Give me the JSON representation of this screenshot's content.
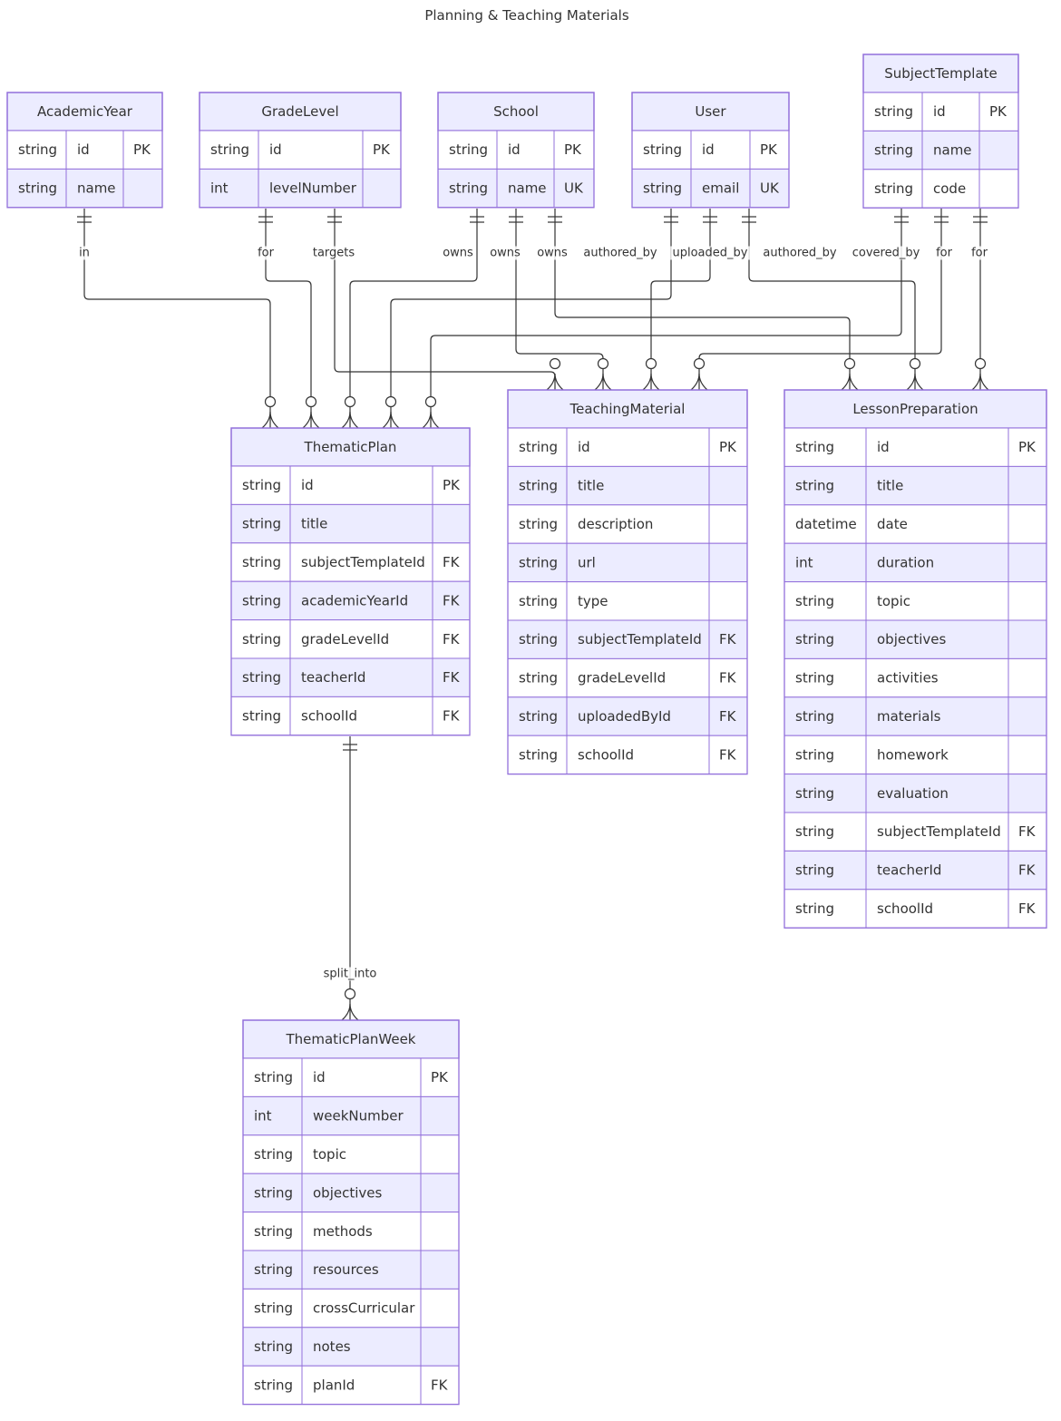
{
  "title": "Planning & Teaching Materials",
  "colors": {
    "header_fill": "#ECECFF",
    "border": "#9370DB",
    "line": "#333333",
    "text": "#333333"
  },
  "entities": [
    {
      "id": "AcademicYear",
      "name": "AcademicYear",
      "attributes": [
        {
          "type": "string",
          "name": "id",
          "key": "PK"
        },
        {
          "type": "string",
          "name": "name",
          "key": ""
        }
      ]
    },
    {
      "id": "GradeLevel",
      "name": "GradeLevel",
      "attributes": [
        {
          "type": "string",
          "name": "id",
          "key": "PK"
        },
        {
          "type": "int",
          "name": "levelNumber",
          "key": ""
        }
      ]
    },
    {
      "id": "School",
      "name": "School",
      "attributes": [
        {
          "type": "string",
          "name": "id",
          "key": "PK"
        },
        {
          "type": "string",
          "name": "name",
          "key": "UK"
        }
      ]
    },
    {
      "id": "User",
      "name": "User",
      "attributes": [
        {
          "type": "string",
          "name": "id",
          "key": "PK"
        },
        {
          "type": "string",
          "name": "email",
          "key": "UK"
        }
      ]
    },
    {
      "id": "SubjectTemplate",
      "name": "SubjectTemplate",
      "attributes": [
        {
          "type": "string",
          "name": "id",
          "key": "PK"
        },
        {
          "type": "string",
          "name": "name",
          "key": ""
        },
        {
          "type": "string",
          "name": "code",
          "key": ""
        }
      ]
    },
    {
      "id": "ThematicPlan",
      "name": "ThematicPlan",
      "attributes": [
        {
          "type": "string",
          "name": "id",
          "key": "PK"
        },
        {
          "type": "string",
          "name": "title",
          "key": ""
        },
        {
          "type": "string",
          "name": "subjectTemplateId",
          "key": "FK"
        },
        {
          "type": "string",
          "name": "academicYearId",
          "key": "FK"
        },
        {
          "type": "string",
          "name": "gradeLevelId",
          "key": "FK"
        },
        {
          "type": "string",
          "name": "teacherId",
          "key": "FK"
        },
        {
          "type": "string",
          "name": "schoolId",
          "key": "FK"
        }
      ]
    },
    {
      "id": "TeachingMaterial",
      "name": "TeachingMaterial",
      "attributes": [
        {
          "type": "string",
          "name": "id",
          "key": "PK"
        },
        {
          "type": "string",
          "name": "title",
          "key": ""
        },
        {
          "type": "string",
          "name": "description",
          "key": ""
        },
        {
          "type": "string",
          "name": "url",
          "key": ""
        },
        {
          "type": "string",
          "name": "type",
          "key": ""
        },
        {
          "type": "string",
          "name": "subjectTemplateId",
          "key": "FK"
        },
        {
          "type": "string",
          "name": "gradeLevelId",
          "key": "FK"
        },
        {
          "type": "string",
          "name": "uploadedById",
          "key": "FK"
        },
        {
          "type": "string",
          "name": "schoolId",
          "key": "FK"
        }
      ]
    },
    {
      "id": "LessonPreparation",
      "name": "LessonPreparation",
      "attributes": [
        {
          "type": "string",
          "name": "id",
          "key": "PK"
        },
        {
          "type": "string",
          "name": "title",
          "key": ""
        },
        {
          "type": "datetime",
          "name": "date",
          "key": ""
        },
        {
          "type": "int",
          "name": "duration",
          "key": ""
        },
        {
          "type": "string",
          "name": "topic",
          "key": ""
        },
        {
          "type": "string",
          "name": "objectives",
          "key": ""
        },
        {
          "type": "string",
          "name": "activities",
          "key": ""
        },
        {
          "type": "string",
          "name": "materials",
          "key": ""
        },
        {
          "type": "string",
          "name": "homework",
          "key": ""
        },
        {
          "type": "string",
          "name": "evaluation",
          "key": ""
        },
        {
          "type": "string",
          "name": "subjectTemplateId",
          "key": "FK"
        },
        {
          "type": "string",
          "name": "teacherId",
          "key": "FK"
        },
        {
          "type": "string",
          "name": "schoolId",
          "key": "FK"
        }
      ]
    },
    {
      "id": "ThematicPlanWeek",
      "name": "ThematicPlanWeek",
      "attributes": [
        {
          "type": "string",
          "name": "id",
          "key": "PK"
        },
        {
          "type": "int",
          "name": "weekNumber",
          "key": ""
        },
        {
          "type": "string",
          "name": "topic",
          "key": ""
        },
        {
          "type": "string",
          "name": "objectives",
          "key": ""
        },
        {
          "type": "string",
          "name": "methods",
          "key": ""
        },
        {
          "type": "string",
          "name": "resources",
          "key": ""
        },
        {
          "type": "string",
          "name": "crossCurricular",
          "key": ""
        },
        {
          "type": "string",
          "name": "notes",
          "key": ""
        },
        {
          "type": "string",
          "name": "planId",
          "key": "FK"
        }
      ]
    }
  ],
  "relationships": [
    {
      "from": "AcademicYear",
      "to": "ThematicPlan",
      "label": "in",
      "from_card": "one",
      "to_card": "zero-or-many"
    },
    {
      "from": "GradeLevel",
      "to": "ThematicPlan",
      "label": "for",
      "from_card": "one",
      "to_card": "zero-or-many"
    },
    {
      "from": "GradeLevel",
      "to": "TeachingMaterial",
      "label": "targets",
      "from_card": "one",
      "to_card": "zero-or-many"
    },
    {
      "from": "School",
      "to": "ThematicPlan",
      "label": "owns",
      "from_card": "one",
      "to_card": "zero-or-many"
    },
    {
      "from": "School",
      "to": "TeachingMaterial",
      "label": "owns",
      "from_card": "one",
      "to_card": "zero-or-many"
    },
    {
      "from": "School",
      "to": "LessonPreparation",
      "label": "owns",
      "from_card": "one",
      "to_card": "zero-or-many"
    },
    {
      "from": "User",
      "to": "ThematicPlan",
      "label": "authored_by",
      "from_card": "one",
      "to_card": "zero-or-many"
    },
    {
      "from": "User",
      "to": "TeachingMaterial",
      "label": "uploaded_by",
      "from_card": "one",
      "to_card": "zero-or-many"
    },
    {
      "from": "User",
      "to": "LessonPreparation",
      "label": "authored_by",
      "from_card": "one",
      "to_card": "zero-or-many"
    },
    {
      "from": "SubjectTemplate",
      "to": "ThematicPlan",
      "label": "covered_by",
      "from_card": "one",
      "to_card": "zero-or-many"
    },
    {
      "from": "SubjectTemplate",
      "to": "TeachingMaterial",
      "label": "for",
      "from_card": "one",
      "to_card": "zero-or-many"
    },
    {
      "from": "SubjectTemplate",
      "to": "LessonPreparation",
      "label": "for",
      "from_card": "one",
      "to_card": "zero-or-many"
    },
    {
      "from": "ThematicPlan",
      "to": "ThematicPlanWeek",
      "label": "split_into",
      "from_card": "one",
      "to_card": "zero-or-many"
    }
  ]
}
